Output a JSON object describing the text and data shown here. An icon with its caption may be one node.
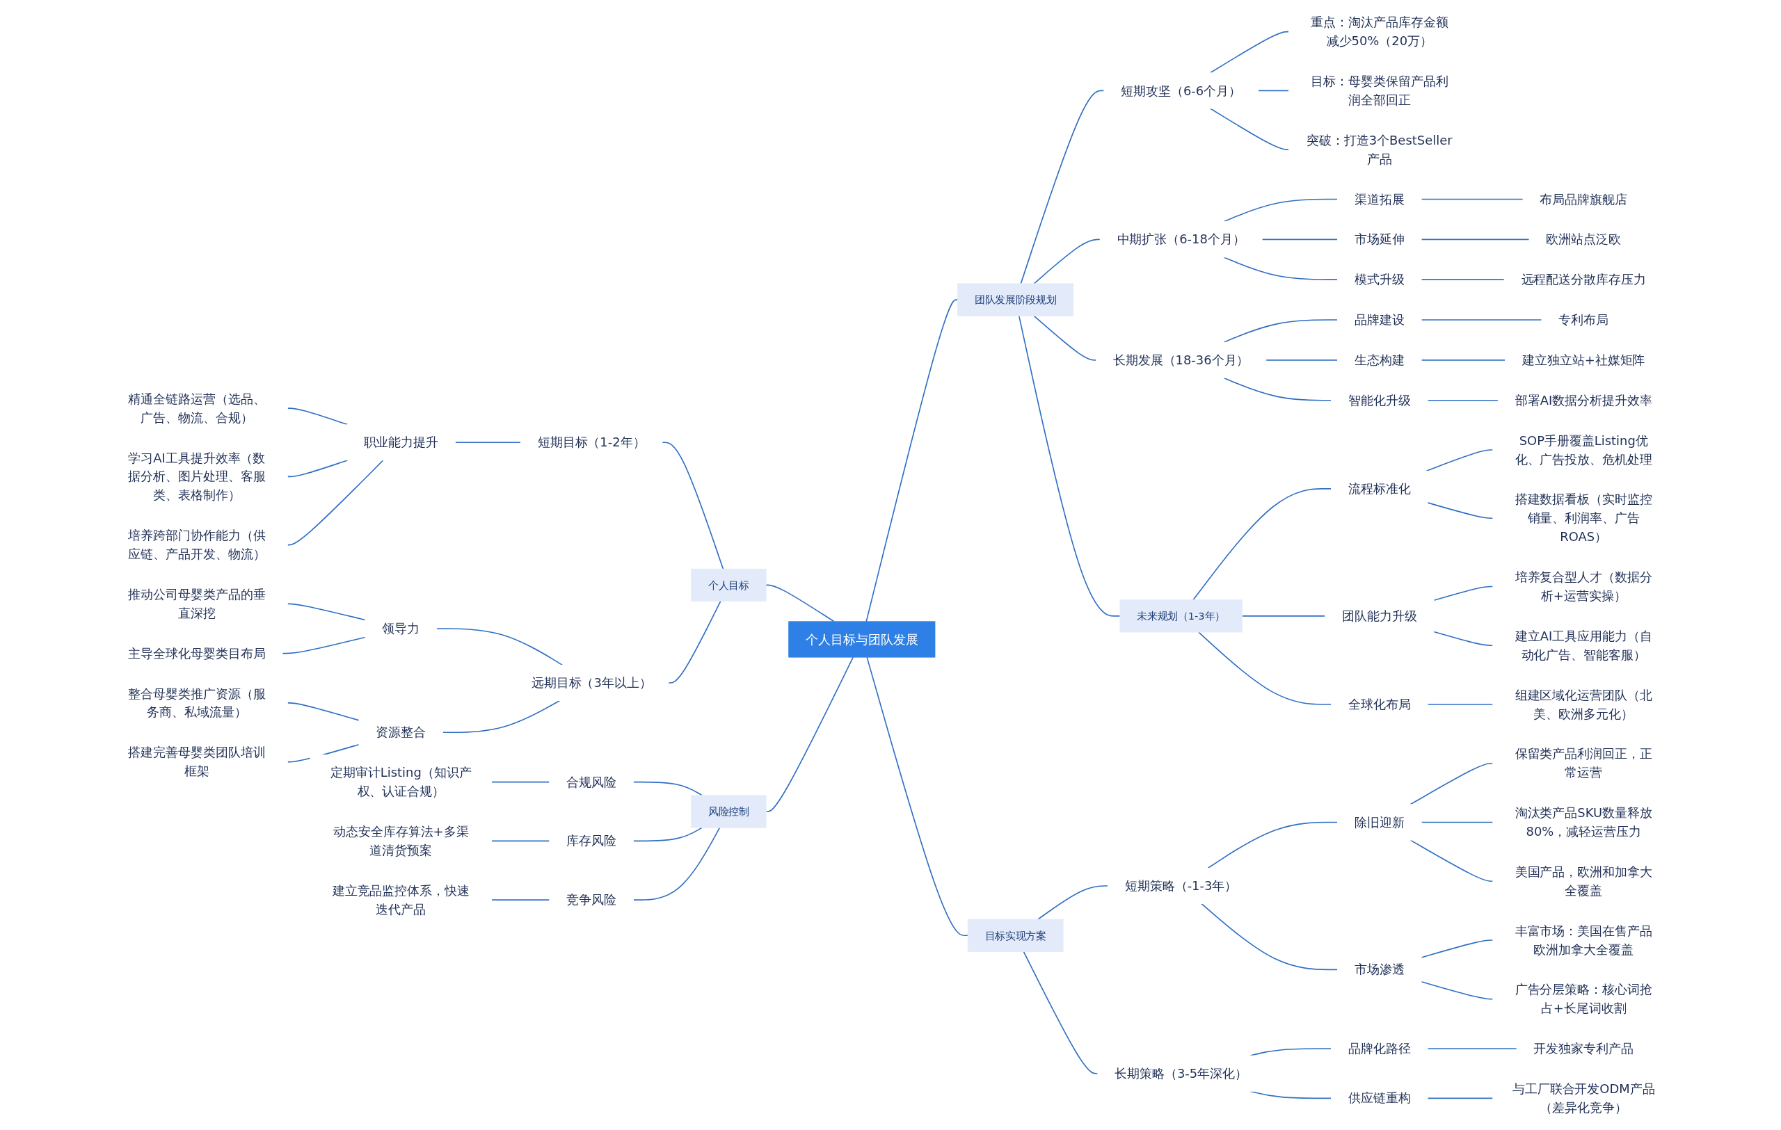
{
  "diagram": {
    "nodes": [
      {
        "text": [
          "个人目标与团队发展"
        ]
      },
      {
        "text": [
          "个人目标"
        ]
      },
      {
        "text": [
          "短期目标（1-2年）"
        ]
      },
      {
        "text": [
          "职业能力提升"
        ]
      },
      {
        "text": [
          "精通全链路运营（选品、广告、物流、合规）"
        ]
      },
      {
        "text": [
          "学习AI工具提升效率（数据分析、图片处理、客服类、表格制作）"
        ]
      },
      {
        "text": [
          "培养跨部门协作能力（供应链、产品开发、物流）"
        ]
      },
      {
        "text": [
          "远期目标（3年以上）"
        ]
      },
      {
        "text": [
          "领导力"
        ]
      },
      {
        "text": [
          "推动公司母婴类产品的垂直深挖"
        ]
      },
      {
        "text": [
          "主导全球化母婴类目布局"
        ]
      },
      {
        "text": [
          "资源整合"
        ]
      },
      {
        "text": [
          "整合母婴类推广资源（服务商、私域流量）"
        ]
      },
      {
        "text": [
          "搭建完善母婴类团队培训框架"
        ]
      },
      {
        "text": [
          "风险控制"
        ]
      },
      {
        "text": [
          "合规风险"
        ]
      },
      {
        "text": [
          "定期审计Listing（知识产权、认证合规）"
        ]
      },
      {
        "text": [
          "库存风险"
        ]
      },
      {
        "text": [
          "动态安全库存算法+多渠道清货预案"
        ]
      },
      {
        "text": [
          "竞争风险"
        ]
      },
      {
        "text": [
          "建立竞品监控体系，快速迭代产品"
        ]
      },
      {
        "text": [
          "团队发展阶段规划"
        ]
      },
      {
        "text": [
          "短期攻坚（6-6个月）"
        ]
      },
      {
        "text": [
          "重点：淘汰产品库存金额减少50%（20万）"
        ]
      },
      {
        "text": [
          "目标：母婴类保留产品利润全部回正"
        ]
      },
      {
        "text": [
          "突破：打造3个BestSeller产品"
        ]
      },
      {
        "text": [
          "中期扩张（6-18个月）"
        ]
      },
      {
        "text": [
          "渠道拓展"
        ]
      },
      {
        "text": [
          "布局品牌旗舰店"
        ]
      },
      {
        "text": [
          "市场延伸"
        ]
      },
      {
        "text": [
          "欧洲站点泛欧"
        ]
      },
      {
        "text": [
          "模式升级"
        ]
      },
      {
        "text": [
          "远程配送分散库存压力"
        ]
      },
      {
        "text": [
          "长期发展（18-36个月）"
        ]
      },
      {
        "text": [
          "品牌建设"
        ]
      },
      {
        "text": [
          "专利布局"
        ]
      },
      {
        "text": [
          "生态构建"
        ]
      },
      {
        "text": [
          "建立独立站+社媒矩阵"
        ]
      },
      {
        "text": [
          "智能化升级"
        ]
      },
      {
        "text": [
          "部署AI数据分析提升效率"
        ]
      },
      {
        "text": [
          "未来规划（1-3年）"
        ]
      },
      {
        "text": [
          "流程标准化"
        ]
      },
      {
        "text": [
          "SOP手册覆盖Listing优化、广告投放、危机处理"
        ]
      },
      {
        "text": [
          "搭建数据看板（实时监控销量、利润率、广告ROAS）"
        ]
      },
      {
        "text": [
          "团队能力升级"
        ]
      },
      {
        "text": [
          "培养复合型人才（数据分析+运营实操）"
        ]
      },
      {
        "text": [
          "建立AI工具应用能力（自动化广告、智能客服）"
        ]
      },
      {
        "text": [
          "全球化布局"
        ]
      },
      {
        "text": [
          "组建区域化运营团队（北美、欧洲多元化）"
        ]
      },
      {
        "text": [
          "目标实现方案"
        ]
      },
      {
        "text": [
          "短期策略（-1-3年）"
        ]
      },
      {
        "text": [
          "除旧迎新"
        ]
      },
      {
        "text": [
          "保留类产品利润回正，正常运营"
        ]
      },
      {
        "text": [
          "淘汰类产品SKU数量释放80%，减轻运营压力"
        ]
      },
      {
        "text": [
          "美国产品，欧洲和加拿大全覆盖"
        ]
      },
      {
        "text": [
          "市场渗透"
        ]
      },
      {
        "text": [
          "丰富市场：美国在售产品欧洲加拿大全覆盖"
        ]
      },
      {
        "text": [
          "广告分层策略：核心词抢占+长尾词收割"
        ]
      },
      {
        "text": [
          "长期策略（3-5年深化）"
        ]
      },
      {
        "text": [
          "品牌化路径"
        ]
      },
      {
        "text": [
          "开发独家专利产品"
        ]
      },
      {
        "text": [
          "供应链重构"
        ]
      },
      {
        "text": [
          "与工厂联合开发ODM产品（差异化竞争）"
        ]
      }
    ],
    "edges": [
      {
        "from": 1,
        "to": 0,
        "arrow": "none"
      },
      {
        "from": 2,
        "to": 1,
        "arrow": "none"
      },
      {
        "from": 3,
        "to": 2,
        "arrow": "none"
      },
      {
        "from": 4,
        "to": 3,
        "arrow": "none"
      },
      {
        "from": 5,
        "to": 3,
        "arrow": "none"
      },
      {
        "from": 6,
        "to": 3,
        "arrow": "none"
      },
      {
        "from": 7,
        "to": 1,
        "arrow": "none"
      },
      {
        "from": 8,
        "to": 7,
        "arrow": "none"
      },
      {
        "from": 9,
        "to": 8,
        "arrow": "none"
      },
      {
        "from": 10,
        "to": 8,
        "arrow": "none"
      },
      {
        "from": 11,
        "to": 7,
        "arrow": "none"
      },
      {
        "from": 12,
        "to": 11,
        "arrow": "none"
      },
      {
        "from": 13,
        "to": 11,
        "arrow": "none"
      },
      {
        "from": 14,
        "to": 0,
        "arrow": "none"
      },
      {
        "from": 15,
        "to": 14,
        "arrow": "none"
      },
      {
        "from": 16,
        "to": 15,
        "arrow": "none"
      },
      {
        "from": 17,
        "to": 14,
        "arrow": "none"
      },
      {
        "from": 18,
        "to": 17,
        "arrow": "none"
      },
      {
        "from": 19,
        "to": 14,
        "arrow": "none"
      },
      {
        "from": 20,
        "to": 19,
        "arrow": "none"
      },
      {
        "from": 0,
        "to": 21,
        "arrow": "none"
      },
      {
        "from": 21,
        "to": 22,
        "arrow": "none"
      },
      {
        "from": 22,
        "to": 23,
        "arrow": "none"
      },
      {
        "from": 22,
        "to": 24,
        "arrow": "none"
      },
      {
        "from": 22,
        "to": 25,
        "arrow": "none"
      },
      {
        "from": 21,
        "to": 26,
        "arrow": "none"
      },
      {
        "from": 26,
        "to": 27,
        "arrow": "none"
      },
      {
        "from": 27,
        "to": 28,
        "arrow": "none"
      },
      {
        "from": 26,
        "to": 29,
        "arrow": "none"
      },
      {
        "from": 29,
        "to": 30,
        "arrow": "none"
      },
      {
        "from": 26,
        "to": 31,
        "arrow": "none"
      },
      {
        "from": 31,
        "to": 32,
        "arrow": "none"
      },
      {
        "from": 21,
        "to": 33,
        "arrow": "none"
      },
      {
        "from": 33,
        "to": 34,
        "arrow": "none"
      },
      {
        "from": 34,
        "to": 35,
        "arrow": "none"
      },
      {
        "from": 33,
        "to": 36,
        "arrow": "none"
      },
      {
        "from": 36,
        "to": 37,
        "arrow": "none"
      },
      {
        "from": 33,
        "to": 38,
        "arrow": "none"
      },
      {
        "from": 38,
        "to": 39,
        "arrow": "none"
      },
      {
        "from": 21,
        "to": 40,
        "arrow": "none"
      },
      {
        "from": 40,
        "to": 41,
        "arrow": "none"
      },
      {
        "from": 41,
        "to": 42,
        "arrow": "none"
      },
      {
        "from": 41,
        "to": 43,
        "arrow": "none"
      },
      {
        "from": 40,
        "to": 44,
        "arrow": "none"
      },
      {
        "from": 44,
        "to": 45,
        "arrow": "none"
      },
      {
        "from": 44,
        "to": 46,
        "arrow": "none"
      },
      {
        "from": 40,
        "to": 47,
        "arrow": "none"
      },
      {
        "from": 47,
        "to": 48,
        "arrow": "none"
      },
      {
        "from": 0,
        "to": 49,
        "arrow": "none"
      },
      {
        "from": 49,
        "to": 50,
        "arrow": "none"
      },
      {
        "from": 50,
        "to": 51,
        "arrow": "none"
      },
      {
        "from": 51,
        "to": 52,
        "arrow": "none"
      },
      {
        "from": 51,
        "to": 53,
        "arrow": "none"
      },
      {
        "from": 51,
        "to": 54,
        "arrow": "none"
      },
      {
        "from": 50,
        "to": 55,
        "arrow": "none"
      },
      {
        "from": 55,
        "to": 56,
        "arrow": "none"
      },
      {
        "from": 55,
        "to": 57,
        "arrow": "none"
      },
      {
        "from": 49,
        "to": 58,
        "arrow": "none"
      },
      {
        "from": 58,
        "to": 59,
        "arrow": "none"
      },
      {
        "from": 59,
        "to": 60,
        "arrow": "none"
      },
      {
        "from": 58,
        "to": 61,
        "arrow": "none"
      },
      {
        "from": 61,
        "to": 62,
        "arrow": "none"
      }
    ]
  }
}
